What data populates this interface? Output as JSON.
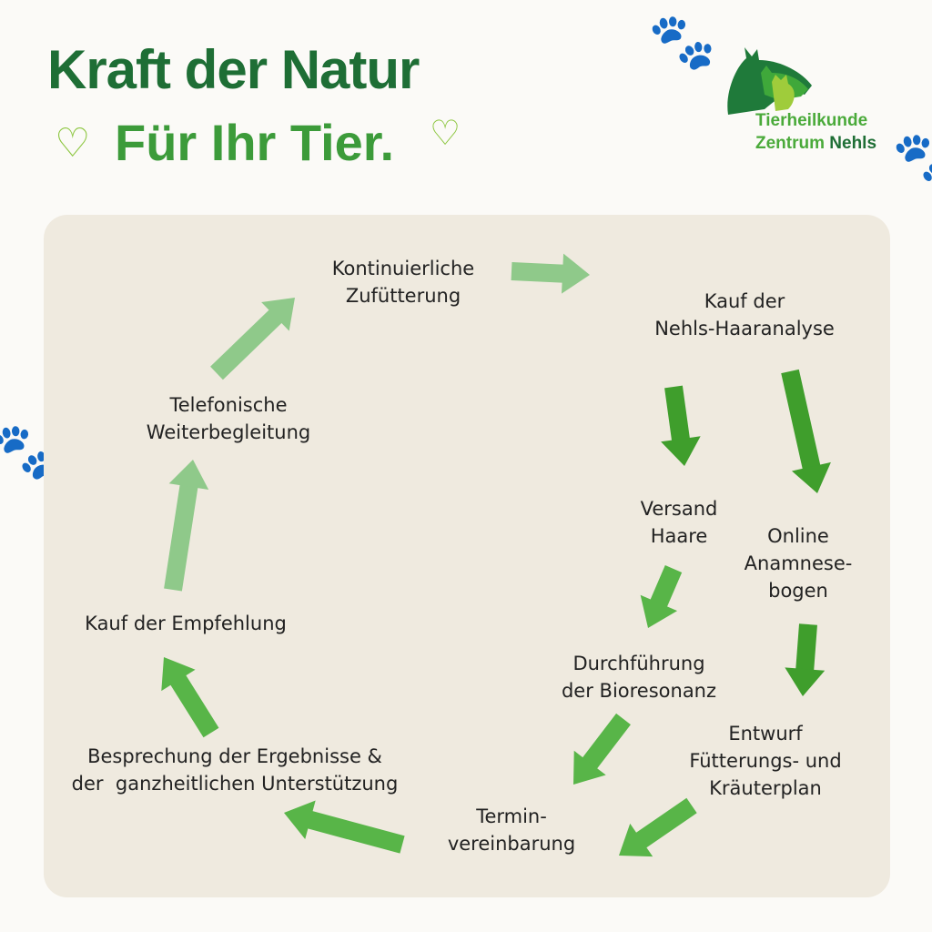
{
  "header": {
    "title": "Kraft der Natur",
    "subtitle": "Für Ihr Tier."
  },
  "logo": {
    "line1": "Tierheilkunde",
    "line2a": "Zentrum",
    "line2b": "Nehls"
  },
  "steps": [
    {
      "text": "Kontinuierliche\nZufütterung"
    },
    {
      "text": "Kauf der\nNehls-Haaranalyse"
    },
    {
      "text": "Versand\nHaare"
    },
    {
      "text": "Online\nAnamnese-\nbogen"
    },
    {
      "text": "Durchführung\nder Bioresonanz"
    },
    {
      "text": "Entwurf\nFütterungs- und\nKräuterplan"
    },
    {
      "text": "Termin-\nvereinbarung"
    },
    {
      "text": "Besprechung der Ergebnisse &\nder  ganzheitlichen Unterstützung"
    },
    {
      "text": "Kauf der Empfehlung"
    },
    {
      "text": "Telefonische\nWeiterbegleitung"
    }
  ],
  "colors": {
    "dark": "#3f9e2c",
    "mid": "#58b548",
    "light": "#8fc98a"
  }
}
